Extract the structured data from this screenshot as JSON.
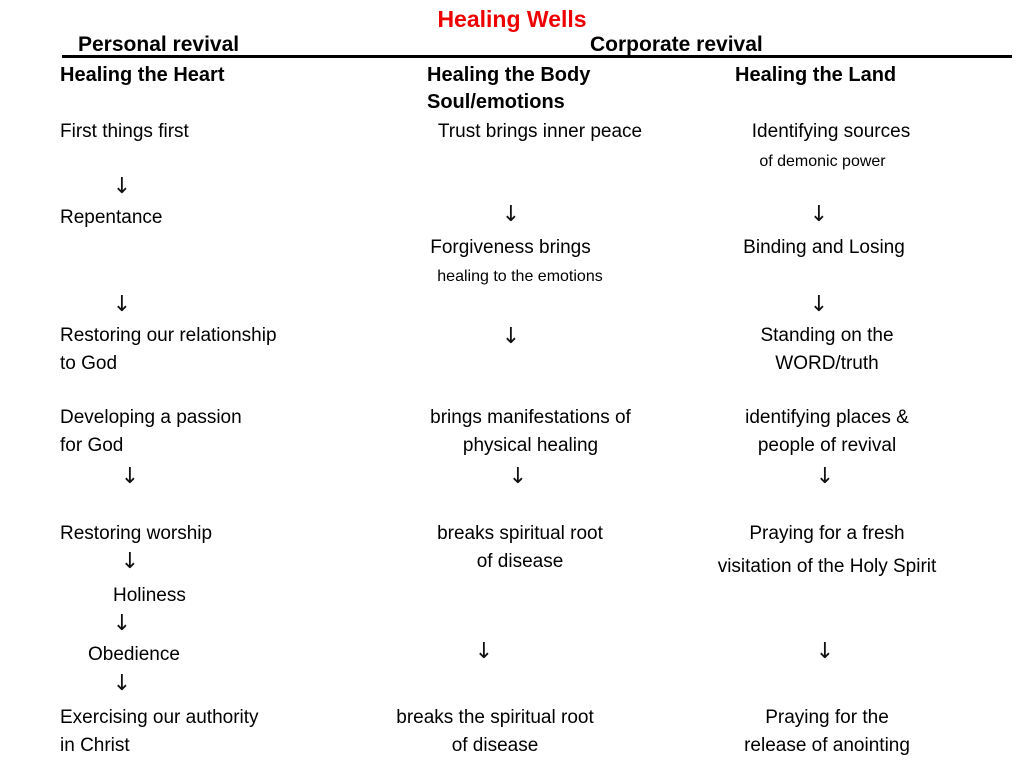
{
  "slide": {
    "title": "Healing Wells",
    "title_color": "#ee0000",
    "background_color": "#ffffff",
    "text_color": "#000000"
  },
  "sections": {
    "personal": "Personal revival",
    "corporate": "Corporate  revival"
  },
  "columns": {
    "heart": {
      "heading": "Healing the Heart",
      "steps": [
        "First things first",
        "Repentance",
        "Restoring our relationship\n    to God",
        "Developing a passion\n     for God",
        "Restoring worship",
        "Holiness",
        "Obedience",
        "Exercising our authority\n      in Christ"
      ]
    },
    "body": {
      "heading": "Healing the Body",
      "heading_line2": "Soul/emotions",
      "steps": [
        "Trust brings inner peace",
        "Forgiveness brings",
        "healing to the emotions",
        "brings manifestations of\nphysical healing",
        "breaks spiritual root\nof disease",
        "breaks the spiritual root\nof disease"
      ]
    },
    "land": {
      "heading": "Healing the Land",
      "steps": [
        "Identifying sources",
        "of demonic power",
        "Binding and  Losing",
        "Standing on the\n WORD/truth",
        "identifying places &\npeople of revival",
        "Praying for a fresh",
        "visitation of the Holy Spirit",
        "Praying for the\nrelease of anointing"
      ]
    }
  },
  "arrows": {
    "glyph": "↓"
  }
}
